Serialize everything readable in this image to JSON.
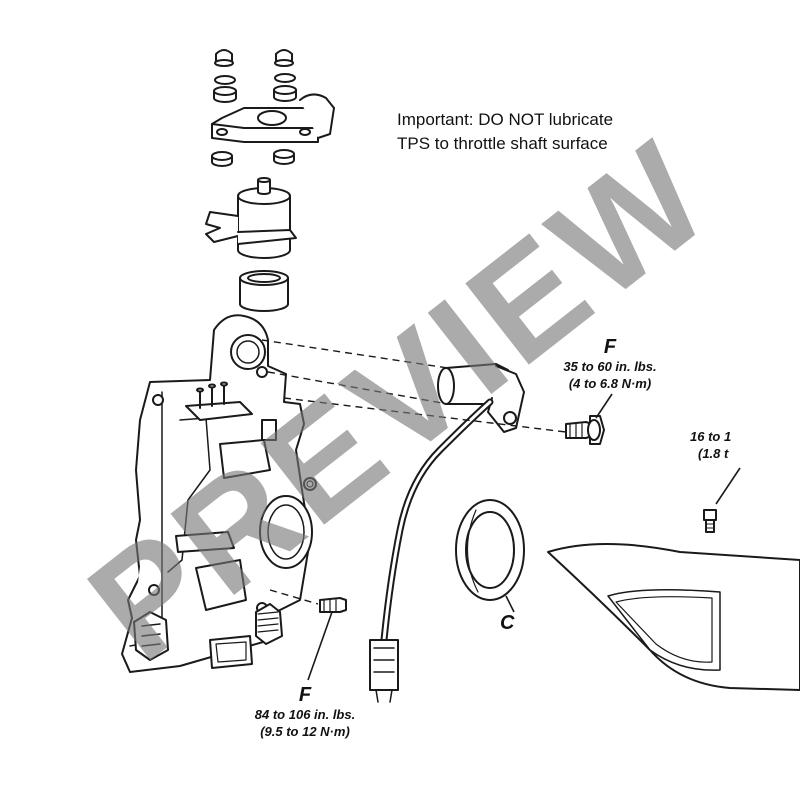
{
  "note": {
    "line1": "Important: DO NOT lubricate",
    "line2": "TPS to throttle shaft surface"
  },
  "callouts": {
    "f_top": {
      "letter": "F",
      "spec1": "35 to 60 in. lbs.",
      "spec2": "(4 to 6.8 N·m)"
    },
    "f_bottom": {
      "letter": "F",
      "spec1": "84 to 106 in. lbs.",
      "spec2": "(9.5 to 12 N·m)"
    },
    "f_right": {
      "spec1": "16 to 1",
      "spec2": "(1.8 t"
    },
    "c": {
      "letter": "C"
    }
  },
  "watermark": {
    "text": "PREVIEW"
  },
  "colors": {
    "line": "#1a1a1a",
    "watermark": "#8c8c8c"
  }
}
